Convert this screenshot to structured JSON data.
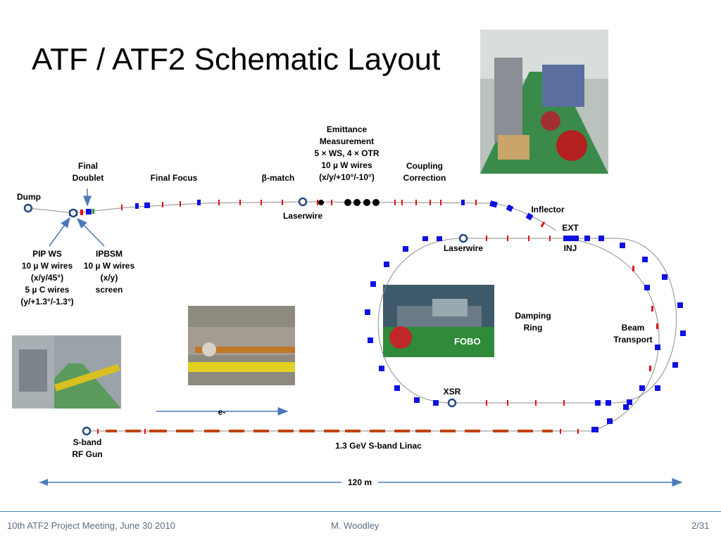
{
  "slide": {
    "title": "ATF / ATF2 Schematic Layout",
    "footer_left": "10th ATF2 Project Meeting, June 30 2010",
    "footer_center": "M. Woodley",
    "footer_right": "2/31"
  },
  "labels": {
    "emittance": "Emittance\nMeasurement\n5 × WS, 4 × OTR\n10 µ W wires\n(x/y/+10°/-10°)",
    "final_doublet": "Final\nDoublet",
    "final_focus": "Final Focus",
    "beta_match": "β-match",
    "coupling": "Coupling\nCorrection",
    "dump": "Dump",
    "laserwire_ext": "Laserwire",
    "inflector": "Inflector",
    "ext": "EXT",
    "inj": "INJ",
    "laserwire_dr": "Laserwire",
    "pip_ws": "PIP WS\n10 µ W wires\n(x/y/45°)\n5 µ C wires\n(y/+1.3°/-1.3°)",
    "ipbsm": "IPBSM\n10 µ W wires\n(x/y)\nscreen",
    "damping_ring": "Damping\nRing",
    "beam_transport": "Beam\nTransport",
    "fobo": "FOBO",
    "xsr": "XSR",
    "electron": "e-",
    "rf_gun": "S-band\nRF Gun",
    "linac": "1.3 GeV  S-band Linac",
    "length": "120 m"
  },
  "colors": {
    "beamline": "#8c8c8c",
    "magnet_blue": "#1010e0",
    "magnet_red": "#e01010",
    "linac_orange": "#c0440a",
    "arrow_blue": "#4a7ab8",
    "footer_text": "#5a6e82"
  }
}
